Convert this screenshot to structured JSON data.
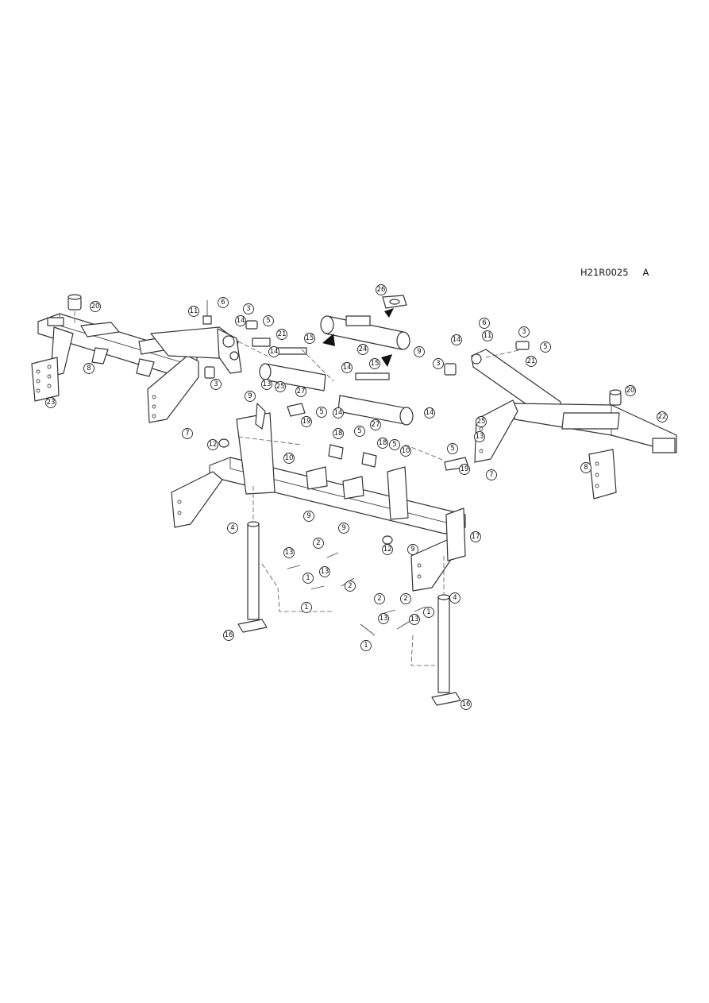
{
  "drawing": {
    "code": "H21R0025",
    "revision": "A"
  },
  "callouts": [
    {
      "label": "20"
    },
    {
      "label": "6"
    },
    {
      "label": "11"
    },
    {
      "label": "3"
    },
    {
      "label": "14"
    },
    {
      "label": "5"
    },
    {
      "label": "21"
    },
    {
      "label": "26"
    },
    {
      "label": "15"
    },
    {
      "label": "24"
    },
    {
      "label": "14"
    },
    {
      "label": "9"
    },
    {
      "label": "6"
    },
    {
      "label": "11"
    },
    {
      "label": "3"
    },
    {
      "label": "5"
    },
    {
      "label": "8"
    },
    {
      "label": "23"
    },
    {
      "label": "3"
    },
    {
      "label": "9"
    },
    {
      "label": "13"
    },
    {
      "label": "25"
    },
    {
      "label": "27"
    },
    {
      "label": "14"
    },
    {
      "label": "15"
    },
    {
      "label": "14"
    },
    {
      "label": "3"
    },
    {
      "label": "21"
    },
    {
      "label": "20"
    },
    {
      "label": "7"
    },
    {
      "label": "12"
    },
    {
      "label": "19"
    },
    {
      "label": "5"
    },
    {
      "label": "14"
    },
    {
      "label": "27"
    },
    {
      "label": "14"
    },
    {
      "label": "10"
    },
    {
      "label": "18"
    },
    {
      "label": "5"
    },
    {
      "label": "18"
    },
    {
      "label": "5"
    },
    {
      "label": "10"
    },
    {
      "label": "25"
    },
    {
      "label": "13"
    },
    {
      "label": "5"
    },
    {
      "label": "22"
    },
    {
      "label": "19"
    },
    {
      "label": "7"
    },
    {
      "label": "8"
    },
    {
      "label": "9"
    },
    {
      "label": "9"
    },
    {
      "label": "4"
    },
    {
      "label": "17"
    },
    {
      "label": "13"
    },
    {
      "label": "2"
    },
    {
      "label": "12"
    },
    {
      "label": "9"
    },
    {
      "label": "13"
    },
    {
      "label": "1"
    },
    {
      "label": "2"
    },
    {
      "label": "1"
    },
    {
      "label": "2"
    },
    {
      "label": "2"
    },
    {
      "label": "4"
    },
    {
      "label": "13"
    },
    {
      "label": "1"
    },
    {
      "label": "13"
    },
    {
      "label": "16"
    },
    {
      "label": "1"
    },
    {
      "label": "16"
    }
  ]
}
